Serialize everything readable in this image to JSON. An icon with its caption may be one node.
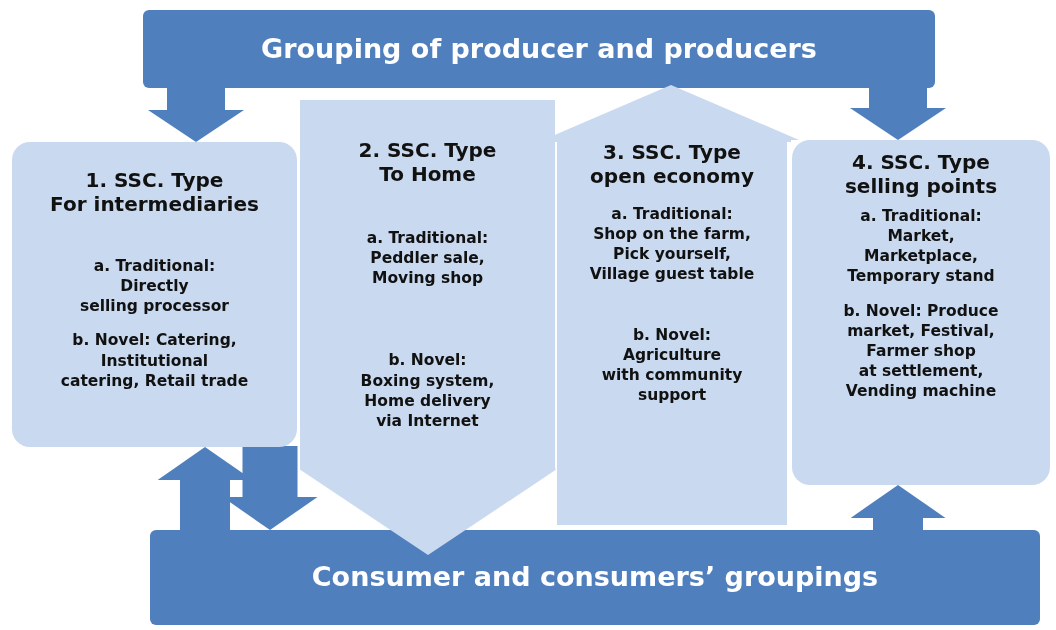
{
  "diagram": {
    "nodes": [
      {
        "text": [
          "Grouping of producer and producers"
        ]
      },
      {
        "text": [
          "1. SSC. Type For intermediaries",
          "a. Traditional: Directly selling processor",
          "b. Novel: Catering, Institutional catering, Retail trade"
        ]
      },
      {
        "text": [
          "2. SSC. Type To Home",
          "a. Traditional: Peddler sale, Moving shop",
          "b. Novel: Boxing system, Home delivery via Internet"
        ]
      },
      {
        "text": [
          "3. SSC. Type open economy",
          "a. Traditional: Shop on the farm, Pick yourself, Village guest table",
          "b. Novel: Agriculture with community support"
        ]
      },
      {
        "text": [
          "4. SSC. Type selling points",
          "a. Traditional: Market, Marketplace, Temporary stand",
          "b. Novel: Produce market, Festival, Farmer shop at settlement, Vending machine"
        ]
      },
      {
        "text": [
          "Consumer and consumers’ groupings"
        ]
      }
    ],
    "edges": [
      {
        "from": 0,
        "to": 1,
        "arrow": "to"
      },
      {
        "from": 0,
        "to": 4,
        "arrow": "to"
      },
      {
        "from": 2,
        "to": 5,
        "arrow": "to",
        "style": "thick",
        "color": "#c9d9ef"
      },
      {
        "from": 3,
        "to": 0,
        "arrow": "to",
        "style": "thick",
        "color": "#c9d9ef"
      },
      {
        "from": 5,
        "to": 1,
        "arrow": "to"
      },
      {
        "from": 1,
        "to": 5,
        "arrow": "to"
      },
      {
        "from": 5,
        "to": 4,
        "arrow": "to"
      }
    ]
  }
}
